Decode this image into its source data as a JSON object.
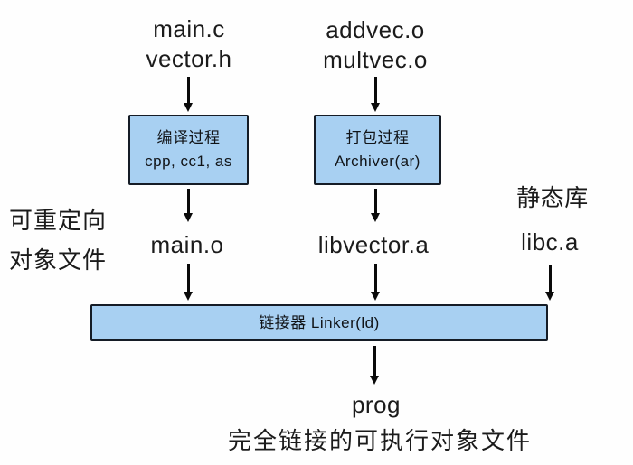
{
  "diagram": {
    "top_left_sources": [
      "main.c",
      "vector.h"
    ],
    "top_right_sources": [
      "addvec.o",
      "multvec.o"
    ],
    "compile_box": {
      "line1": "编译过程",
      "line2": "cpp, cc1, as"
    },
    "archive_box": {
      "line1": "打包过程",
      "line2": "Archiver(ar)"
    },
    "relocatable_label": [
      "可重定向",
      "对象文件"
    ],
    "static_lib_label": "静态库",
    "main_object": "main.o",
    "vector_lib": "libvector.a",
    "libc_lib": "libc.a",
    "linker_box": "链接器 Linker(ld)",
    "output_program": "prog",
    "caption": "完全链接的可执行对象文件",
    "colors": {
      "background": "#fefefe",
      "box_fill": "#a8d0f2",
      "box_border": "#151c26",
      "arrow": "#0a0a0a",
      "text": "#1b1b1b"
    }
  }
}
